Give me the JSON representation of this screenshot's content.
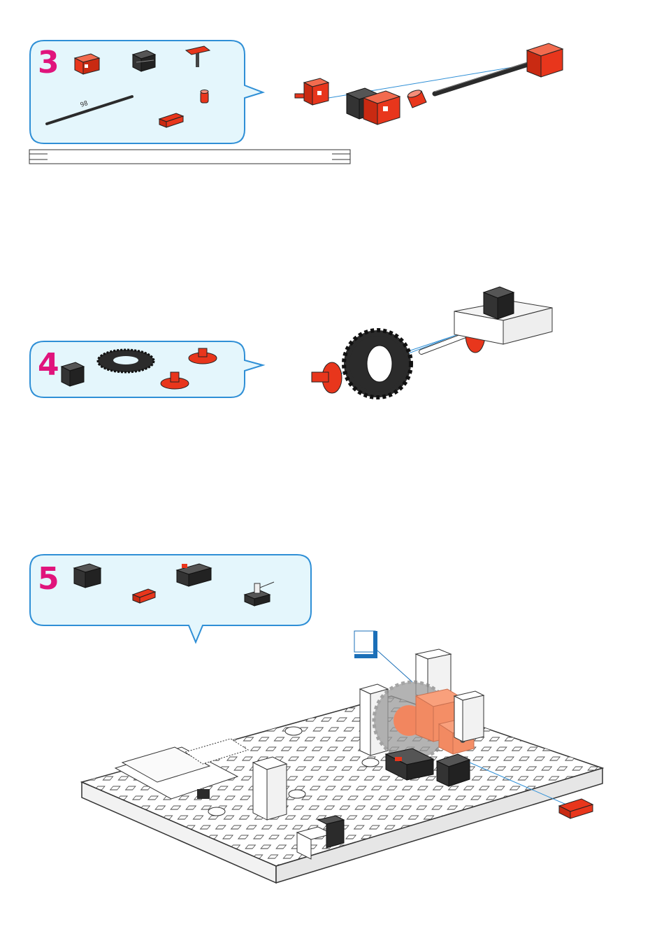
{
  "steps": [
    {
      "number": "3",
      "axle_length_label": "98"
    },
    {
      "number": "4"
    },
    {
      "number": "5"
    }
  ],
  "parts": {
    "step3": [
      "building-block-15-red",
      "building-block-15-black",
      "spring-cam-red",
      "metal-axle-98",
      "clip-red",
      "bushing-red"
    ],
    "step4": [
      "building-block-15-black",
      "gear-z30-black",
      "flange-red",
      "flange-red"
    ],
    "step5": [
      "building-block-15-black",
      "clip-red",
      "mini-switch-black",
      "light-sensor-black"
    ]
  },
  "colors": {
    "callout_border": "#2f8fd6",
    "callout_fill": "#e4f6fc",
    "step_number": "#e0147c",
    "red_part": "#e8361c",
    "black_part": "#2b2b2b",
    "guide_line": "#2f8fd6",
    "marker": "#1b6fb8"
  }
}
